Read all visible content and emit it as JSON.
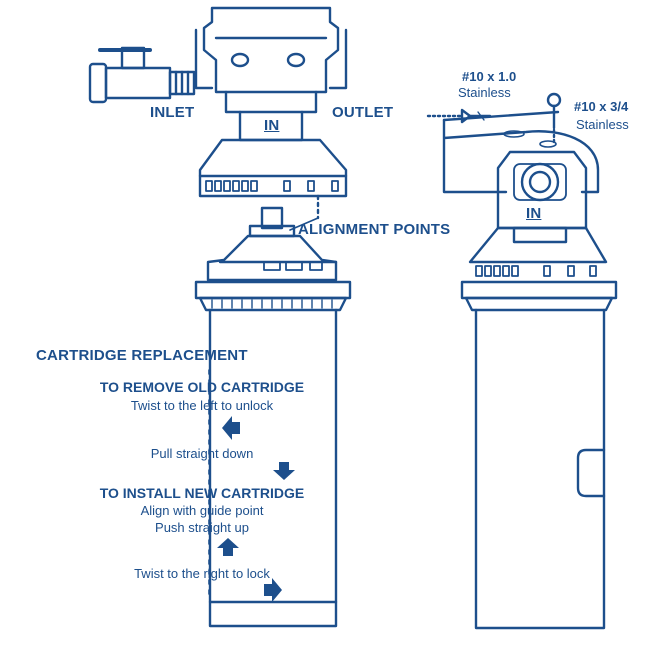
{
  "colors": {
    "stroke": "#1d4f8c",
    "fill": "#ffffff"
  },
  "labels": {
    "inlet": "INLET",
    "outlet": "OUTLET",
    "in_top": "IN",
    "in_right": "IN",
    "alignment": "ALIGNMENT POINTS",
    "screw1_size": "#10 x 1.0",
    "screw1_mat": "Stainless",
    "screw2_size": "#10 x 3/4",
    "screw2_mat": "Stainless"
  },
  "instructions": {
    "title": "CARTRIDGE REPLACEMENT",
    "remove_title": "TO REMOVE OLD CARTRIDGE",
    "remove_step1": "Twist to the left to unlock",
    "remove_step2": "Pull straight down",
    "install_title": "TO INSTALL NEW CARTRIDGE",
    "install_step1": "Align with guide point",
    "install_step2": "Push straight up",
    "install_step3": "Twist to the right to lock"
  },
  "icons": [
    "valve-icon",
    "screw-icon",
    "arrow-left-icon",
    "arrow-down-icon",
    "arrow-up-icon",
    "arrow-right-icon"
  ]
}
